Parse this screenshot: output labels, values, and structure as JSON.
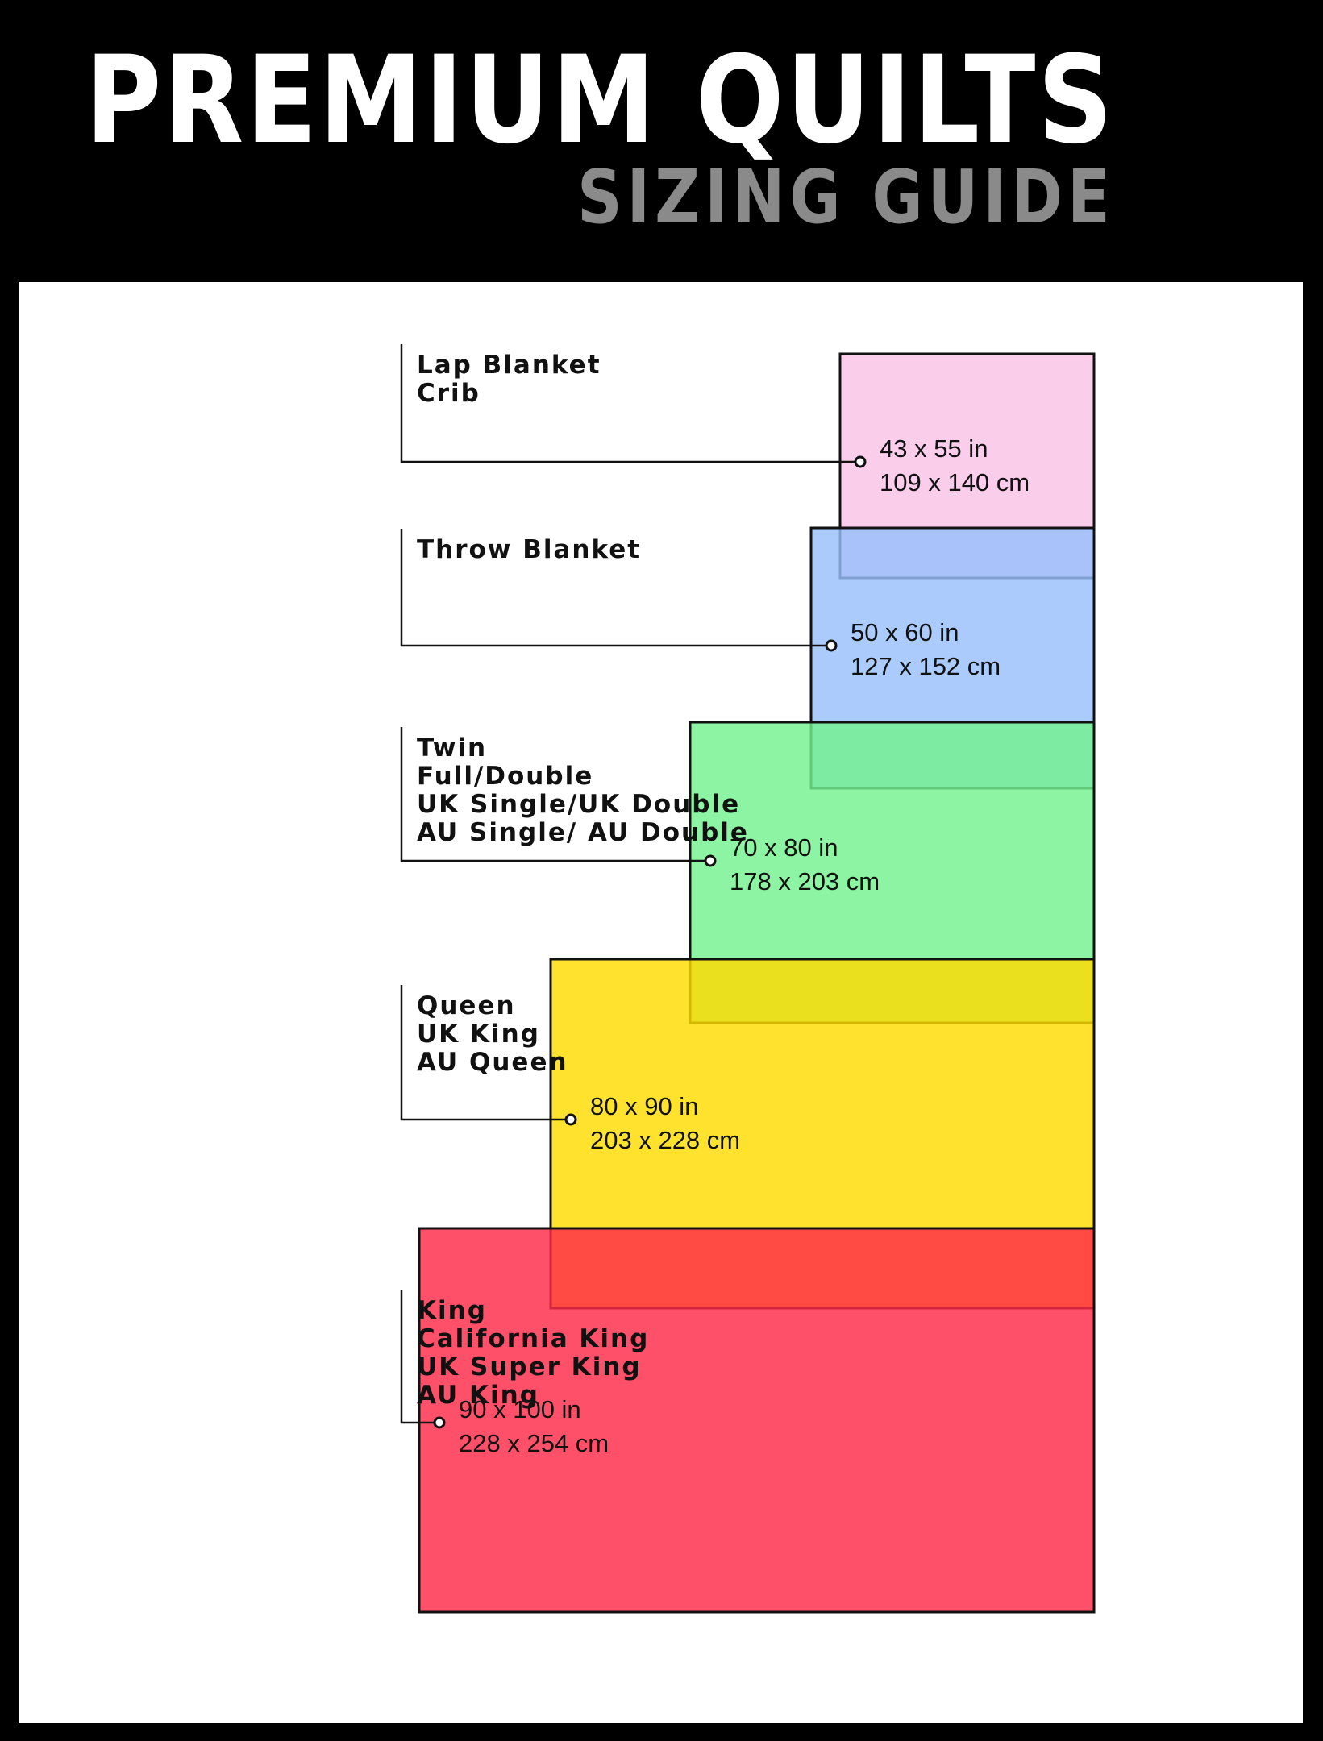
{
  "header": {
    "title": "PREMIUM QUILTS",
    "subtitle": "SIZING GUIDE"
  },
  "colors": {
    "background": "#000000",
    "panel": "#ffffff",
    "title": "#ffffff",
    "subtitle": "#8a8a8a"
  },
  "sizes": [
    {
      "names": [
        "Lap Blanket",
        "Crib"
      ],
      "width_in": 43,
      "length_in": 55,
      "dim_in": "43 x 55 in",
      "dim_cm": "109 x 140 cm",
      "color": "#f9c2e6"
    },
    {
      "names": [
        "Throw Blanket"
      ],
      "width_in": 50,
      "length_in": 60,
      "dim_in": "50 x 60 in",
      "dim_cm": "127 x 152 cm",
      "color": "#99bffd"
    },
    {
      "names": [
        "Twin",
        "Full/Double",
        "UK Single/UK Double",
        "AU Single/ AU Double"
      ],
      "width_in": 70,
      "length_in": 80,
      "dim_in": "70 x 80 in",
      "dim_cm": "178 x 203 cm",
      "color": "#73f28e"
    },
    {
      "names": [
        "Queen",
        "UK King",
        "AU Queen"
      ],
      "width_in": 80,
      "length_in": 90,
      "dim_in": "80 x 90 in",
      "dim_cm": "203 x 228 cm",
      "color": "#ffdc00"
    },
    {
      "names": [
        "King",
        "California King",
        "UK Super King",
        "AU King"
      ],
      "width_in": 90,
      "length_in": 100,
      "dim_in": "90 x 100 in",
      "dim_cm": "228 x 254 cm",
      "color": "#ff2a49"
    }
  ]
}
